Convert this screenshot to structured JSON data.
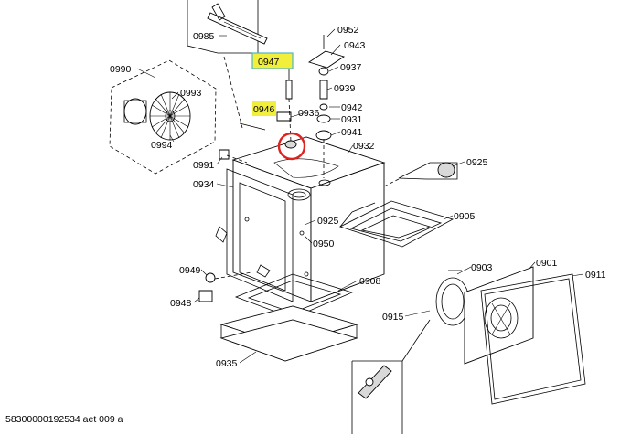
{
  "labels": {
    "l0985": "0985",
    "l0952": "0952",
    "l0943": "0943",
    "l0947": "0947",
    "l0937": "0937",
    "l0990": "0990",
    "l0993": "0993",
    "l0939": "0939",
    "l0946": "0946",
    "l0936": "0936",
    "l0942": "0942",
    "l0931": "0931",
    "l0941": "0941",
    "l0994": "0994",
    "l0932": "0932",
    "l0991": "0991",
    "l0925a": "0925",
    "l0934": "0934",
    "l0905": "0905",
    "l0925b": "0925",
    "l0950": "0950",
    "l0903": "0903",
    "l0901": "0901",
    "l0949": "0949",
    "l0911": "0911",
    "l0908": "0908",
    "l0948": "0948",
    "l0915": "0915",
    "l0935": "0935"
  },
  "footer": "58300000192534 aet 009 a",
  "colors": {
    "highlight": "#f2ef3c",
    "highlight_border": "#4bb6c8",
    "circle": "#e0231e",
    "line": "#000000"
  }
}
